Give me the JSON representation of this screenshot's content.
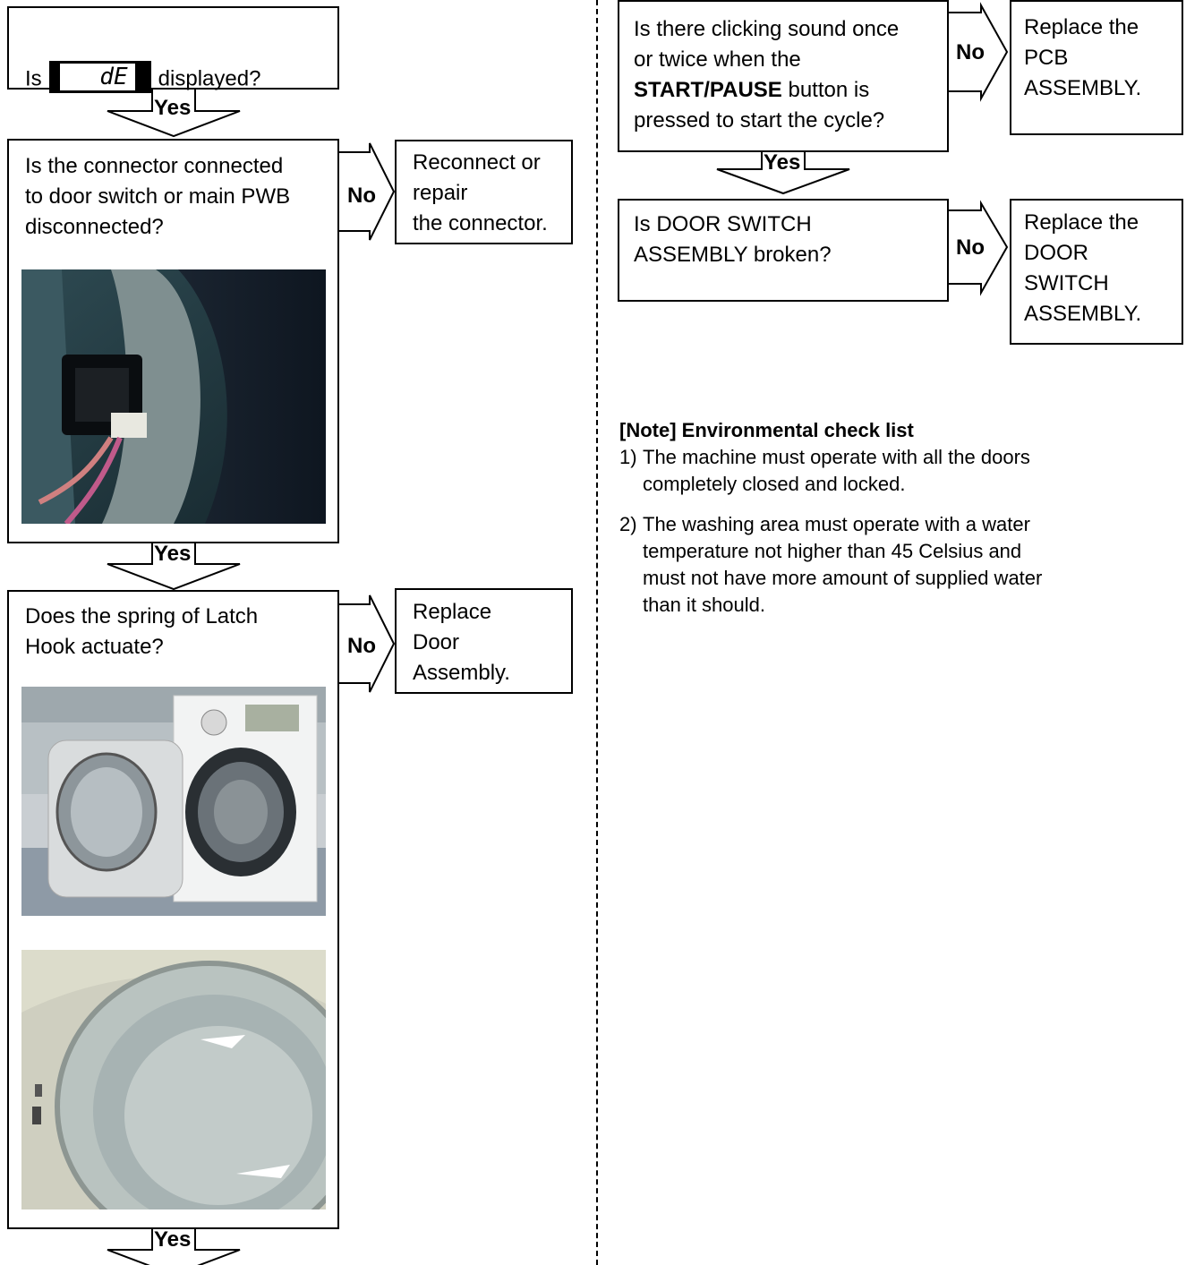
{
  "left": {
    "q1": {
      "prefix": "Is",
      "display_code": "dE",
      "suffix": "displayed?"
    },
    "q2": {
      "text": "Is the connector connected\nto door switch or main PWB\ndisconnected?"
    },
    "a2": {
      "text": "Reconnect or\nrepair\nthe connector."
    },
    "q3": {
      "text": "Does the spring of Latch\nHook actuate?"
    },
    "a3": {
      "text": "Replace\nDoor\nAssembly."
    },
    "yes_label": "Yes",
    "no_label": "No"
  },
  "right": {
    "q1": {
      "line1": "Is there clicking sound once",
      "line2": "or twice when the",
      "bold": "START/PAUSE",
      "line3_rest": " button is",
      "line4": "pressed to start the cycle?"
    },
    "a1": {
      "text": "Replace the\nPCB\nASSEMBLY."
    },
    "q2": {
      "text": "Is DOOR SWITCH\nASSEMBLY broken?"
    },
    "a2": {
      "text": "Replace the\nDOOR\nSWITCH\nASSEMBLY."
    },
    "yes_label": "Yes",
    "no_label": "No"
  },
  "note": {
    "title": "[Note] Environmental check list",
    "items": [
      {
        "num": "1)",
        "text": "The machine must operate with all the doors\ncompletely closed and locked."
      },
      {
        "num": "2)",
        "text": "The washing area must operate with a water\ntemperature not higher than 45 Celsius and\nmust not have more amount of supplied water\nthan it should."
      }
    ]
  }
}
